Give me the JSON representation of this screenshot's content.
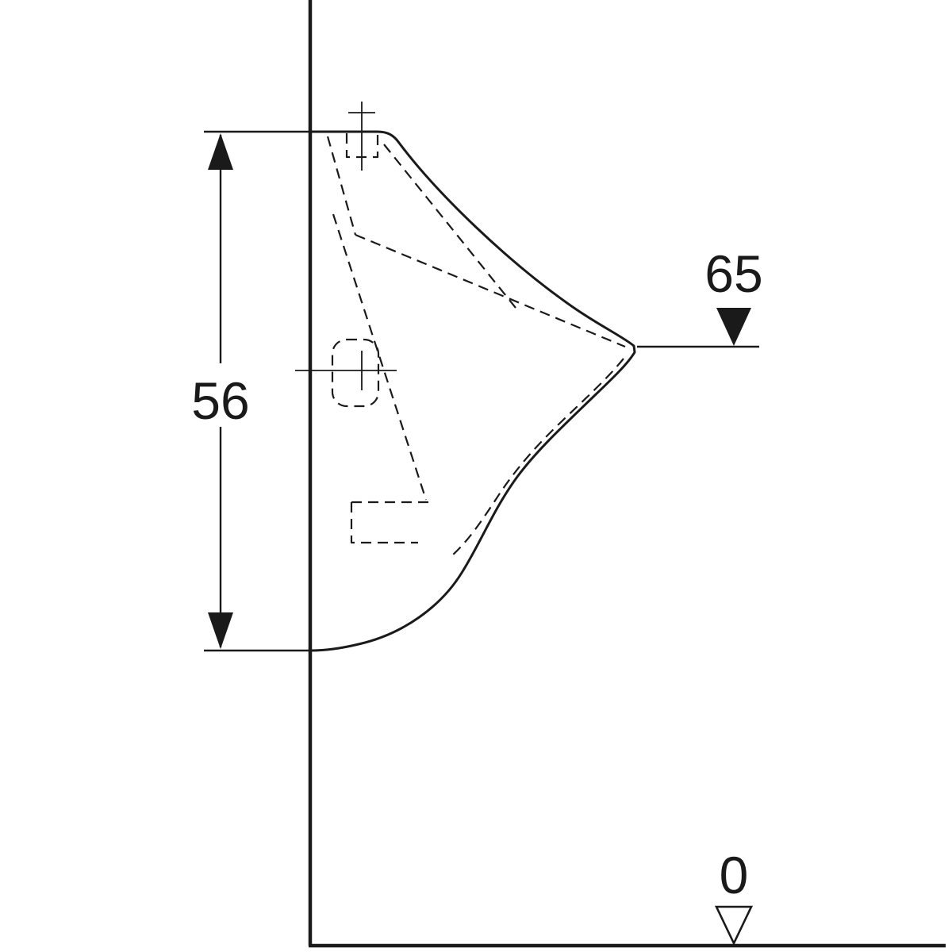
{
  "drawing": {
    "type": "technical-side-view",
    "line_color": "#1a1a1a",
    "background_color": "#ffffff",
    "dimensions": {
      "outlet_height": {
        "label": "65"
      },
      "body_height": {
        "label": "56"
      },
      "floor_level": {
        "label": "0"
      }
    }
  }
}
